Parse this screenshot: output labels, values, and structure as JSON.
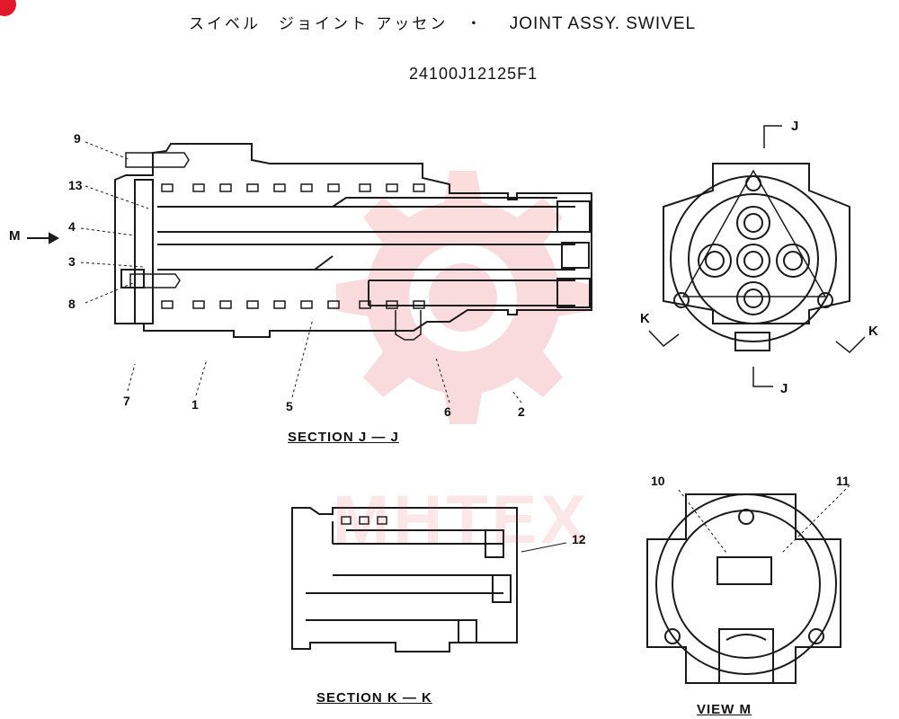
{
  "title": {
    "japanese": "スイベル　ジョイント アッセン　・",
    "english": "JOINT ASSY. SWIVEL"
  },
  "part_number": "24100J12125F1",
  "watermark": {
    "text": "MHTEX",
    "color": "#e8404a"
  },
  "views": {
    "section_jj": "SECTION  J — J",
    "section_kk": "SECTION  K — K",
    "view_m": "VIEW  M"
  },
  "direction_labels": {
    "m": "M",
    "j_top": "J",
    "j_bottom": "J",
    "k_left": "K",
    "k_right": "K"
  },
  "callouts": {
    "n1": "1",
    "n2": "2",
    "n3": "3",
    "n4": "4",
    "n5": "5",
    "n6": "6",
    "n7": "7",
    "n8": "8",
    "n9": "9",
    "n10": "10",
    "n11": "11",
    "n12": "12",
    "n13": "13"
  },
  "colors": {
    "line": "#1a1a1a",
    "paper": "#ffffff",
    "corner_mark": "#e0192b"
  }
}
